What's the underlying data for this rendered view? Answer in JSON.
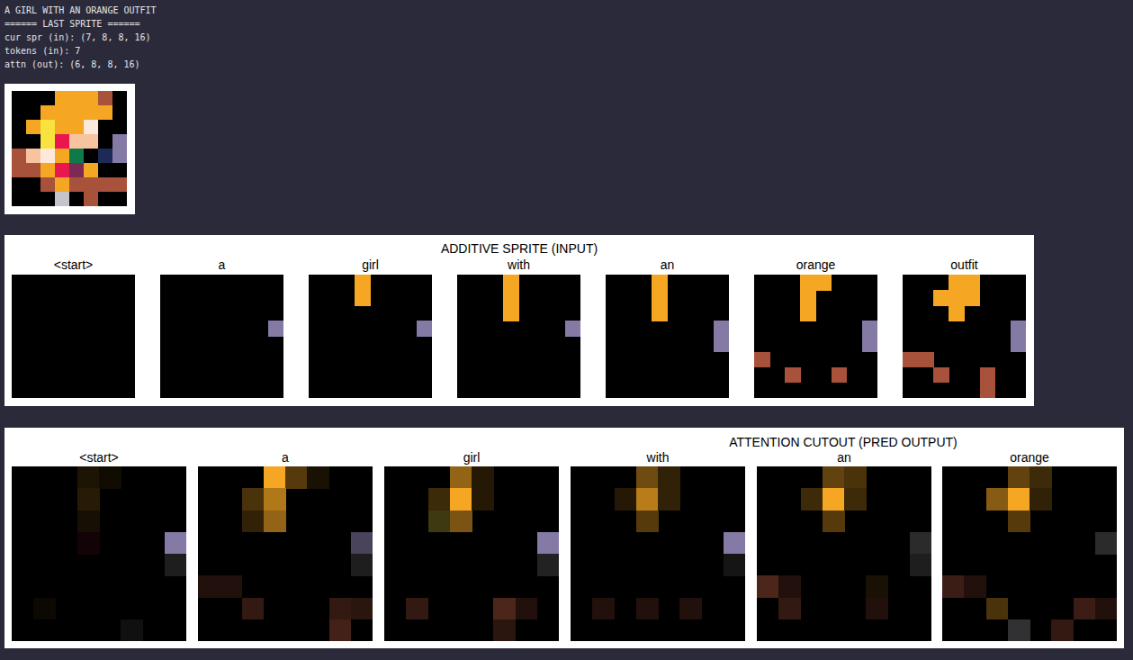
{
  "diagram": {
    "nodes": [
      {
        "text": [
          "ADDITIVE SPRITE (INPUT)"
        ]
      },
      {
        "text": [
          "<start>"
        ],
        "in": 0
      },
      {
        "text": [
          "a"
        ],
        "in": 0
      },
      {
        "text": [
          "girl"
        ],
        "in": 0
      },
      {
        "text": [
          "with"
        ],
        "in": 0
      },
      {
        "text": [
          "an"
        ],
        "in": 0
      },
      {
        "text": [
          "orange"
        ],
        "in": 0
      },
      {
        "text": [
          "outfit"
        ],
        "in": 0
      },
      {
        "text": [
          "ATTENTION CUTOUT (PRED OUTPUT)"
        ]
      },
      {
        "text": [
          "<start>"
        ],
        "in": 8
      },
      {
        "text": [
          "a"
        ],
        "in": 8
      },
      {
        "text": [
          "girl"
        ],
        "in": 8
      },
      {
        "text": [
          "with"
        ],
        "in": 8
      },
      {
        "text": [
          "an"
        ],
        "in": 8
      },
      {
        "text": [
          "orange"
        ],
        "in": 8
      }
    ],
    "labels": [
      "A GIRL WITH AN ORANGE OUTFIT",
      "====== LAST SPRITE ======",
      "cur spr (in): (7, 8, 8, 16)",
      "tokens (in): 7",
      "attn (out): (6, 8, 8, 16)"
    ]
  }
}
